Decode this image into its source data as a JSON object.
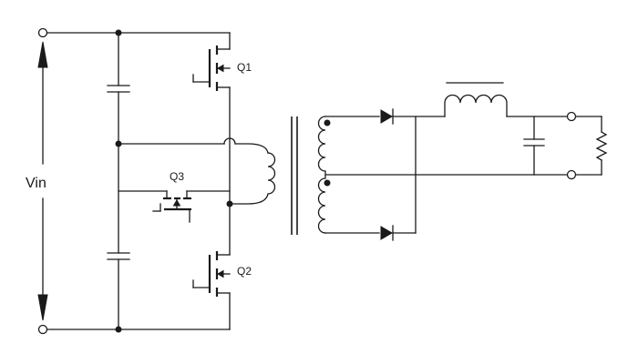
{
  "labels": {
    "vin": "Vin",
    "q1": "Q1",
    "q2": "Q2",
    "q3": "Q3"
  },
  "colors": {
    "ink": "#1a1a1a",
    "background": "#ffffff"
  }
}
